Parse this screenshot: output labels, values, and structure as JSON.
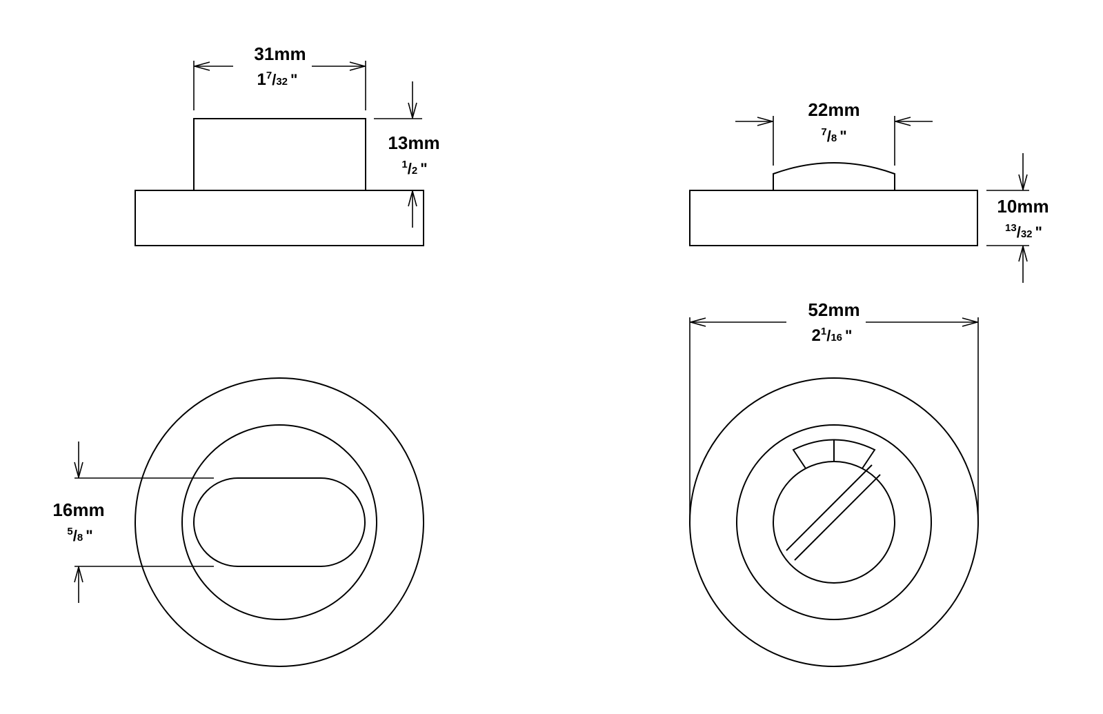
{
  "dimensions": {
    "side_width": {
      "mm": "31mm",
      "in_whole": "1",
      "in_num": "7",
      "in_den": "32",
      "in_unit": "\""
    },
    "side_height": {
      "mm": "13mm",
      "in_whole": "",
      "in_num": "1",
      "in_den": "2",
      "in_unit": "\""
    },
    "knob_width": {
      "mm": "22mm",
      "in_whole": "",
      "in_num": "7",
      "in_den": "8",
      "in_unit": "\""
    },
    "rose_thickness": {
      "mm": "10mm",
      "in_whole": "",
      "in_num": "13",
      "in_den": "32",
      "in_unit": "\""
    },
    "rose_diameter": {
      "mm": "52mm",
      "in_whole": "2",
      "in_num": "1",
      "in_den": "16",
      "in_unit": "\""
    },
    "slot_height": {
      "mm": "16mm",
      "in_whole": "",
      "in_num": "5",
      "in_den": "8",
      "in_unit": "\""
    }
  },
  "colors": {
    "line": "#000000",
    "background": "#ffffff"
  }
}
